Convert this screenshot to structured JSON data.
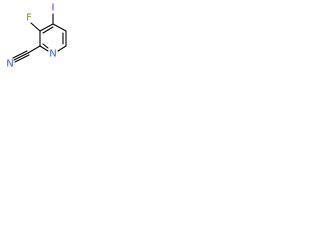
{
  "molecule": {
    "atoms": {
      "iodine": "I",
      "fluorine": "F",
      "nitrile_nitrogen": "N",
      "ring_nitrogen": "N"
    },
    "colors": {
      "bond": "#000000",
      "iodine": "#6a2c88",
      "fluorine": "#6f9f1d",
      "nitrogen": "#2f5bff"
    }
  }
}
